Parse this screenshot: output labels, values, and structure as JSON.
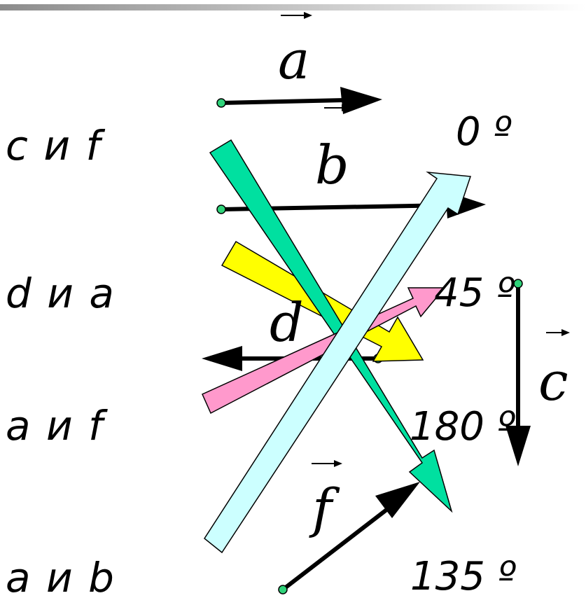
{
  "pairs": [
    {
      "label": "c и f"
    },
    {
      "label": "d и a"
    },
    {
      "label": "a и f"
    },
    {
      "label": "a и b"
    }
  ],
  "angles": [
    {
      "label": "0 º"
    },
    {
      "label": "45 º"
    },
    {
      "label": "180 º"
    },
    {
      "label": "135 º"
    }
  ],
  "vectors": {
    "a": "a",
    "b": "b",
    "c": "c",
    "d": "d",
    "f": "f"
  },
  "colors": {
    "green": "#00e0a0",
    "yellow": "#ffff00",
    "pink": "#ff99cc",
    "light_cyan": "#ccffff",
    "dot": "#2fd37a"
  }
}
